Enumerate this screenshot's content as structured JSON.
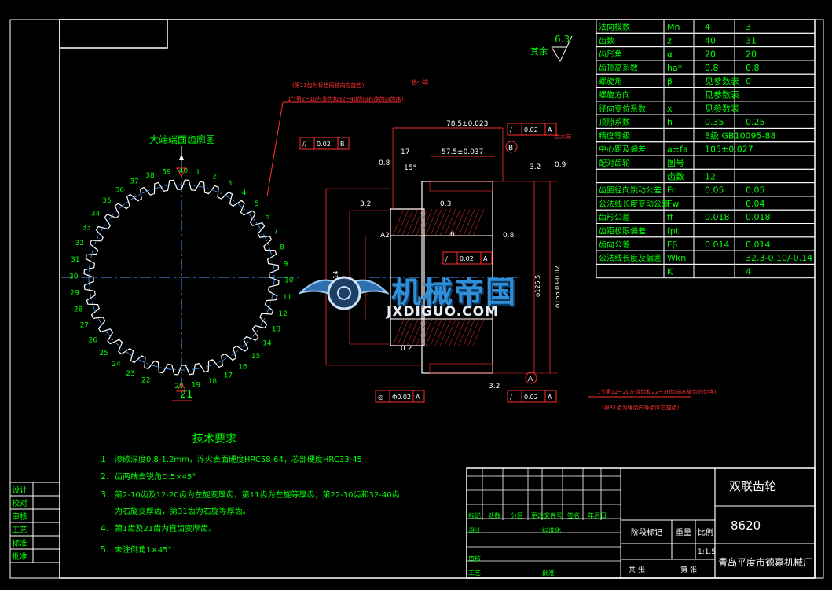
{
  "view_title": "大端端面齿廓图",
  "view_label": "B",
  "tooth_numbers": [
    "40",
    "1",
    "2",
    "3",
    "4",
    "5",
    "6",
    "7",
    "8",
    "9",
    "10",
    "11",
    "12",
    "13",
    "14",
    "15",
    "16",
    "17",
    "18",
    "19",
    "20",
    "21",
    "22",
    "23",
    "24",
    "25",
    "26",
    "27",
    "28",
    "29",
    "30",
    "31",
    "32",
    "33",
    "34",
    "35",
    "36",
    "37",
    "38",
    "39"
  ],
  "tooth_count": 40,
  "bottom_tooth_label": "21",
  "roughness_other": "其余",
  "roughness_other_value": "6.3",
  "notes": {
    "note1": "(第11齿为标齿同轴向左旋齿)",
    "note2": "1°(第2~10左旋齿和32~40齿向右旋齿向齿序)",
    "note3": "齿小端",
    "note4": "齿大端",
    "note5": "1°(第12~20左旋齿和22~30齿向右旋齿的齿序)",
    "note6": "(第31齿为等齿向等齿厚右旋齿)"
  },
  "dimensions": {
    "d1": "78.5±0.023",
    "d2": "57.5±0.037",
    "d3": "17",
    "d4": "15°",
    "d5": "0.8",
    "d6": "6",
    "d7": "3.2",
    "d8": "0.3",
    "d9": "0.2",
    "d10": "0.8",
    "d11": "A2",
    "d12": "φ125.5",
    "d13": "φ166.03-0.02",
    "d14": "φ14",
    "d15": "0.9",
    "d16": "3.2",
    "d17": "3.2"
  },
  "tolerance_frames": [
    {
      "sym": "//",
      "val": "0.02",
      "ref": "B"
    },
    {
      "sym": "/",
      "val": "0.02",
      "ref": "A"
    },
    {
      "sym": "/",
      "val": "0.02",
      "ref": "A"
    },
    {
      "sym": "◎",
      "val": "Φ0.02",
      "ref": "A"
    },
    {
      "sym": "/",
      "val": "0.02",
      "ref": "A"
    }
  ],
  "datum_a": "A",
  "datum_b": "B",
  "tech_title": "技术要求",
  "tech_requirements": [
    {
      "num": "1",
      "text": "渗碳深度0.8-1.2mm，淬火表面硬度HRC58-64，芯部硬度HRC33-45"
    },
    {
      "num": "2.",
      "text": "齿两端去锐角D.5×45°"
    },
    {
      "num": "3.",
      "text": "第2-10齿及12-20齿为左旋变厚齿，第11齿为左旋等厚齿；第22-30齿和32-40齿"
    },
    {
      "num": "",
      "text": "为右旋变厚齿，第31齿为右旋等厚齿。"
    },
    {
      "num": "4.",
      "text": "第1齿及21齿为直齿变厚齿。"
    },
    {
      "num": "5.",
      "text": "未注倒角1×45°"
    }
  ],
  "param_table": [
    [
      "法向模数",
      "Mn",
      "4",
      "3"
    ],
    [
      "齿数",
      "z",
      "40",
      "31"
    ],
    [
      "齿形角",
      "α",
      "20",
      "20"
    ],
    [
      "齿顶高系数",
      "ha*",
      "0.8",
      "0.8"
    ],
    [
      "螺旋角",
      "β",
      "见参数表",
      "0"
    ],
    [
      "螺旋方向",
      "",
      "见参数表",
      ""
    ],
    [
      "径向变位系数",
      "x",
      "见参数表",
      ""
    ],
    [
      "顶隙系数",
      "h",
      "0.35",
      "0.25"
    ],
    [
      "精度等级",
      "",
      "8级  GB10095-88",
      ""
    ],
    [
      "中心距及偏差",
      "a±fa",
      "105±0.027",
      ""
    ],
    [
      "配对齿轮",
      "图号",
      "",
      ""
    ],
    [
      "",
      "齿数",
      "12",
      ""
    ],
    [
      "齿圈径向跳动公差",
      "Fr",
      "0.05",
      "0.05"
    ],
    [
      "公法线长度变动公差",
      "Fw",
      "",
      "0.04"
    ],
    [
      "齿形公差",
      "ff",
      "0.018",
      "0.018"
    ],
    [
      "齿距极限偏差",
      "fpt",
      "",
      ""
    ],
    [
      "齿向公差",
      "Fβ",
      "0.014",
      "0.014"
    ],
    [
      "公法线长度及偏差",
      "Wkn",
      "",
      "32.3-0.10/-0.14"
    ],
    [
      "",
      "K",
      "",
      "4"
    ]
  ],
  "left_sign_labels": [
    "设计",
    "校对",
    "审核",
    "工艺",
    "标准",
    "批准"
  ],
  "title_block": {
    "part_name": "双联齿轮",
    "material": "8620",
    "company": "青岛平度市德嘉机械厂",
    "scale": "1:1.5",
    "stage_mark": "阶段标记",
    "weight": "重量",
    "ratio": "比例",
    "total": "共    张",
    "sheet": "第    张",
    "header_cells": [
      "标记",
      "处数",
      "分区",
      "更改文件号",
      "签名",
      "年月日"
    ],
    "row_labels": [
      "设计",
      "",
      "审核",
      "工艺"
    ],
    "std": "标准化",
    "approve": "批准"
  },
  "watermark": {
    "title": "机械帝国",
    "subtitle": "JXDIGUO.COM"
  },
  "colors": {
    "background": "#000000",
    "lines": "#ffffff",
    "text": "#00ff00",
    "dims": "#ff3030",
    "centerline": "#4aa0ff",
    "table_text": "#00ff00"
  }
}
